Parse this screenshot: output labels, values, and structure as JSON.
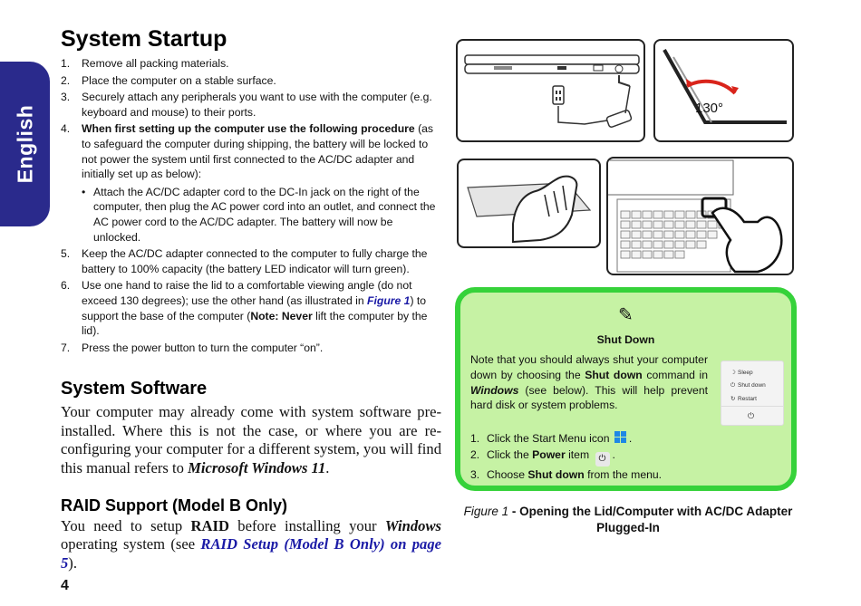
{
  "side_tab": {
    "label": "English"
  },
  "startup": {
    "title": "System Startup",
    "steps": [
      {
        "num": "1.",
        "text": "Remove all packing materials."
      },
      {
        "num": "2.",
        "text": "Place the computer on a stable surface."
      },
      {
        "num": "3.",
        "text": "Securely attach any peripherals you want to use with the computer (e.g. keyboard and mouse) to their ports."
      },
      {
        "num": "4.",
        "bold": "When first setting up the computer use the following procedure",
        "text": " (as to safeguard the computer during shipping, the battery will be locked to not power the system until first connected to the AC/DC adapter and initially set up as below):"
      },
      {
        "num": "5.",
        "text": "Keep the AC/DC adapter connected to the computer to fully charge the battery to 100% capacity (the battery LED indicator will turn green)."
      },
      {
        "num": "6.",
        "pre": "Use one hand to raise the lid to a comfortable viewing angle (do not exceed 130 degrees); use the other hand (as illustrated in ",
        "link": "Figure 1",
        "mid": ") to support the base of the computer (",
        "bold": "Note: Never",
        "post": " lift the computer by the lid)."
      },
      {
        "num": "7.",
        "text": "Press the power button to turn the computer “on”."
      }
    ],
    "bullet": {
      "dot": "•",
      "text": "Attach the AC/DC adapter cord to the DC-In jack on the right of the computer, then plug the AC power cord into an outlet, and connect the AC power cord to the AC/DC adapter. The battery will now be unlocked."
    }
  },
  "software": {
    "title": "System Software",
    "pre": "Your computer may already come with system software pre-installed. Where this is not the case, or where you are re-configuring your computer for a different system, you will find this manual refers to ",
    "emph": "Microsoft Windows 11",
    "post": "."
  },
  "raid": {
    "title": "RAID Support (Model B Only)",
    "p1": "You need to setup ",
    "raid": "RAID",
    "p2": " before installing your ",
    "windows": "Windows",
    "p3": " operating system (see ",
    "link": "RAID Setup (Model B Only) on page 5",
    "p4": ")."
  },
  "page_number": "4",
  "figure": {
    "angle_label": "130°",
    "caption_fig": "Figure 1",
    "caption_text": " - Opening the Lid/Computer with AC/DC Adapter Plugged-In"
  },
  "note": {
    "icon": "pen-icon",
    "title": "Shut Down",
    "text_pre": "Note that you should always shut your computer down by choosing the ",
    "text_bold": "Shut down",
    "text_mid": " command in ",
    "text_win": "Windows",
    "text_post": " (see below). This will help prevent hard disk or system problems.",
    "steps": [
      {
        "num": "1.",
        "pre": "Click the Start Menu icon ",
        "post": "."
      },
      {
        "num": "2.",
        "pre": "Click the ",
        "bold": "Power",
        "mid": " item ",
        "post": "."
      },
      {
        "num": "3.",
        "pre": "Choose ",
        "bold": "Shut down",
        "post": " from the menu."
      }
    ],
    "menu": {
      "sleep": "Sleep",
      "shutdown": "Shut down",
      "restart": "Restart"
    }
  },
  "colors": {
    "tab": "#2a2a8c",
    "link": "#1a1aa6",
    "note_bg": "#c6f2a4",
    "note_border": "#36d23a"
  }
}
